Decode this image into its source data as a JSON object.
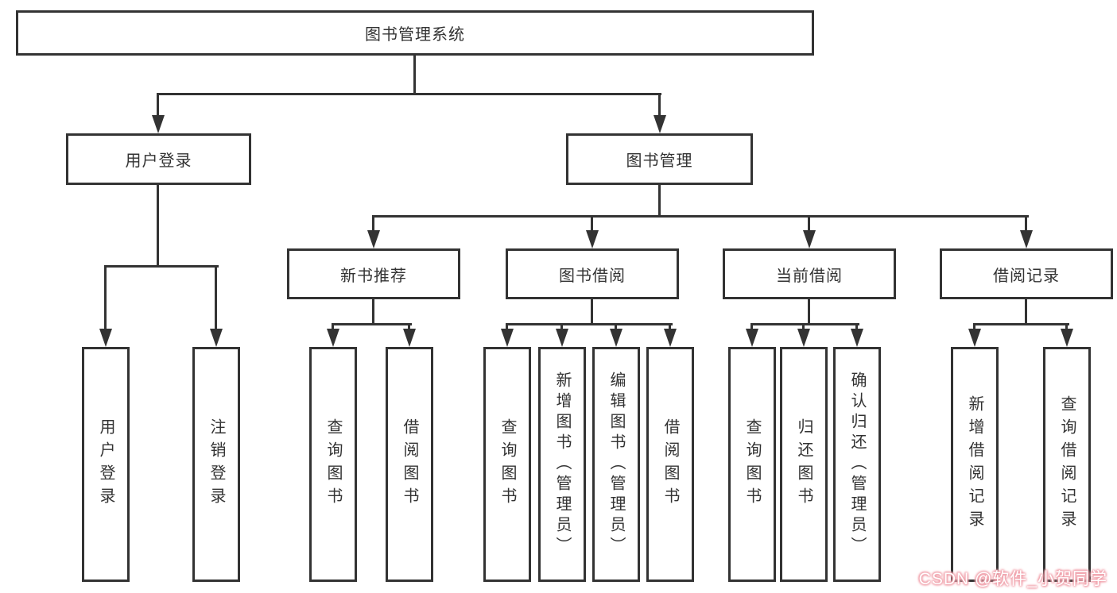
{
  "diagram": {
    "title": "图书管理系统",
    "root": {
      "label": "图书管理系统"
    },
    "branches": [
      {
        "label": "用户登录",
        "children": [
          "用户登录",
          "注销登录"
        ]
      },
      {
        "label": "图书管理",
        "children": [
          {
            "label": "新书推荐",
            "children": [
              "查询图书",
              "借阅图书"
            ]
          },
          {
            "label": "图书借阅",
            "children": [
              "查询图书",
              "新增图书（管理员）",
              "编辑图书（管理员）",
              "借阅图书"
            ]
          },
          {
            "label": "当前借阅",
            "children": [
              "查询图书",
              "归还图书",
              "确认归还（管理员）"
            ]
          },
          {
            "label": "借阅记录",
            "children": [
              "新增借阅记录",
              "查询借阅记录"
            ]
          }
        ]
      }
    ]
  },
  "watermark": {
    "text": "CSDN @软件_小贺同学"
  },
  "colors": {
    "line": "#333333",
    "box_border": "#333333",
    "box_background": "#ffffff",
    "text": "#333333",
    "page_background": "#ffffff",
    "watermark_pink": "#ef9ba6"
  }
}
